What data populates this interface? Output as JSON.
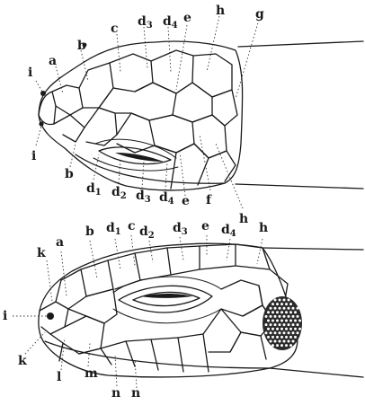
{
  "figure": {
    "top_view": {
      "labels": [
        {
          "id": "i-upper",
          "text": "i"
        },
        {
          "id": "a",
          "text": "a"
        },
        {
          "id": "b-top",
          "text": "b"
        },
        {
          "id": "c",
          "text": "c"
        },
        {
          "id": "d3",
          "text": "d",
          "sub": "3"
        },
        {
          "id": "d4",
          "text": "d",
          "sub": "4"
        },
        {
          "id": "e",
          "text": "e"
        },
        {
          "id": "h",
          "text": "h"
        },
        {
          "id": "g",
          "text": "g"
        },
        {
          "id": "i-lower",
          "text": "i"
        },
        {
          "id": "b-bottom",
          "text": "b"
        },
        {
          "id": "d1-bottom",
          "text": "d",
          "sub": "1"
        },
        {
          "id": "d2-bottom",
          "text": "d",
          "sub": "2"
        },
        {
          "id": "d3-bottom",
          "text": "d",
          "sub": "3"
        },
        {
          "id": "d4-bottom",
          "text": "d",
          "sub": "4"
        },
        {
          "id": "e-bottom",
          "text": "e"
        },
        {
          "id": "f",
          "text": "f"
        },
        {
          "id": "h-bottom",
          "text": "h"
        }
      ]
    },
    "side_view": {
      "labels": [
        {
          "id": "k-upper",
          "text": "k"
        },
        {
          "id": "a",
          "text": "a"
        },
        {
          "id": "b",
          "text": "b"
        },
        {
          "id": "d1",
          "text": "d",
          "sub": "1"
        },
        {
          "id": "c",
          "text": "c"
        },
        {
          "id": "d2",
          "text": "d",
          "sub": "2"
        },
        {
          "id": "d3",
          "text": "d",
          "sub": "3"
        },
        {
          "id": "e",
          "text": "e"
        },
        {
          "id": "d4",
          "text": "d",
          "sub": "4"
        },
        {
          "id": "h",
          "text": "h"
        },
        {
          "id": "i",
          "text": "i"
        },
        {
          "id": "k-lower",
          "text": "k"
        },
        {
          "id": "l",
          "text": "l"
        },
        {
          "id": "m",
          "text": "m"
        },
        {
          "id": "n-left",
          "text": "n"
        },
        {
          "id": "n-right",
          "text": "n"
        }
      ]
    }
  }
}
